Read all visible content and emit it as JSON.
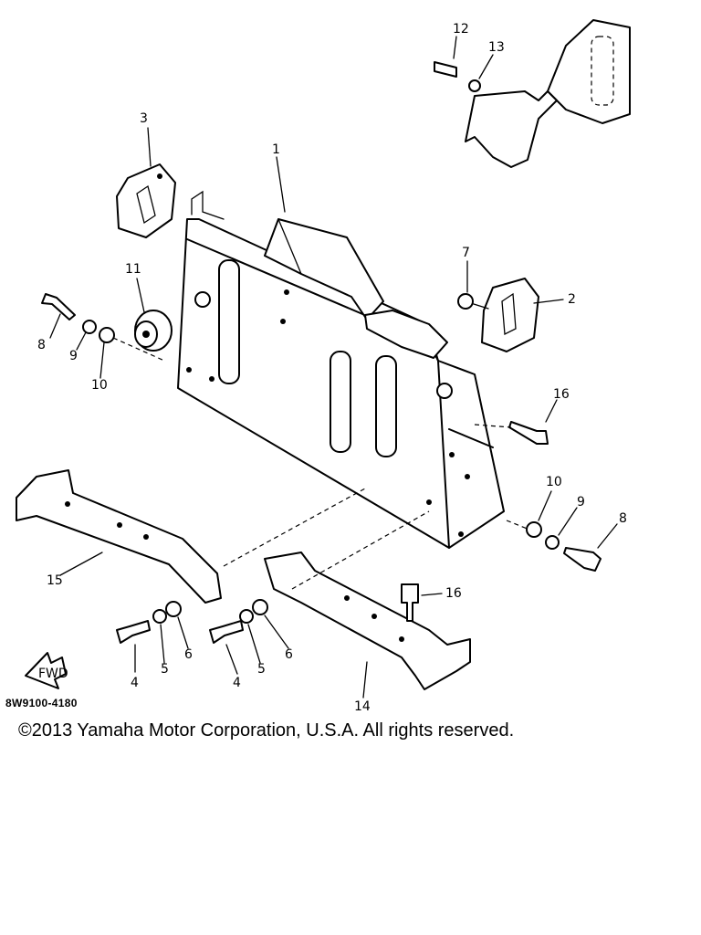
{
  "diagram": {
    "fwd_label": "FWD",
    "reference_code": "8W9100-4180",
    "copyright": "©2013 Yamaha Motor Corporation, U.S.A. All rights reserved."
  },
  "callouts": {
    "c1": "1",
    "c2": "2",
    "c3": "3",
    "c4a": "4",
    "c4b": "4",
    "c5a": "5",
    "c5b": "5",
    "c6a": "6",
    "c6b": "6",
    "c7": "7",
    "c8a": "8",
    "c8b": "8",
    "c9a": "9",
    "c9b": "9",
    "c10a": "10",
    "c10b": "10",
    "c11": "11",
    "c12": "12",
    "c13": "13",
    "c14": "14",
    "c15": "15",
    "c16a": "16",
    "c16b": "16"
  }
}
